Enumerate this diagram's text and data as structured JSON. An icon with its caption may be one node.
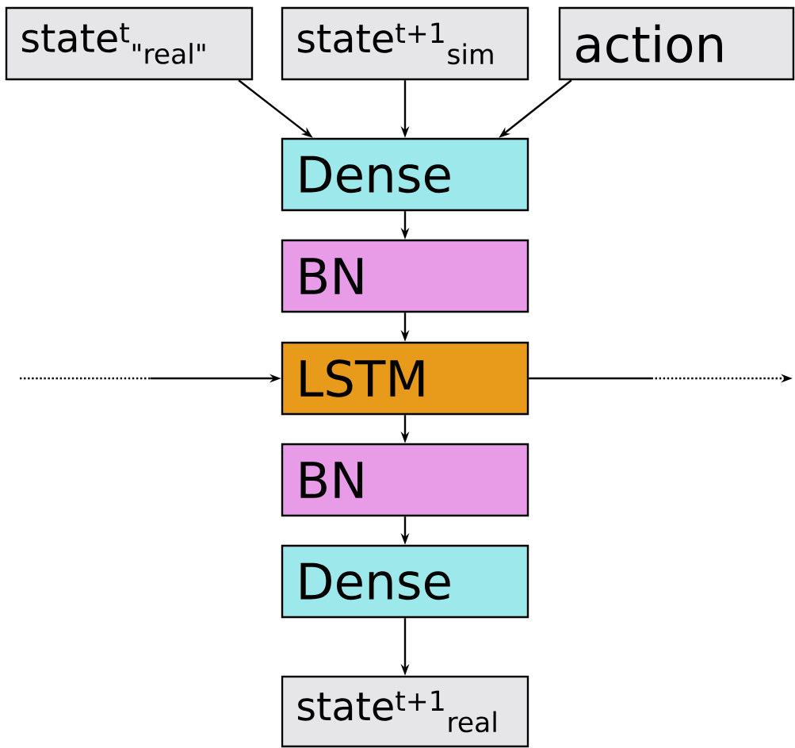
{
  "diagram": {
    "nodes": [
      {
        "text": [
          "state$^{t}$$_{\"real\"}$"
        ]
      },
      {
        "text": [
          "state$^{t+1}$$_{sim}$"
        ]
      },
      {
        "text": [
          "action"
        ]
      },
      {
        "text": [
          "Dense"
        ]
      },
      {
        "text": [
          "BN"
        ]
      },
      {
        "text": [
          "LSTM"
        ]
      },
      {
        "text": [
          "BN"
        ]
      },
      {
        "text": [
          "Dense"
        ]
      },
      {
        "text": [
          "state$^{t+1}$$_{real}$"
        ]
      }
    ],
    "edges": [
      {
        "from": 0,
        "to": 3,
        "arrow": "to"
      },
      {
        "from": 1,
        "to": 3,
        "arrow": "to"
      },
      {
        "from": 2,
        "to": 3,
        "arrow": "to"
      },
      {
        "from": 3,
        "to": 4,
        "arrow": "to"
      },
      {
        "from": 4,
        "to": 5,
        "arrow": "to"
      },
      {
        "from": 5,
        "to": 6,
        "arrow": "to"
      },
      {
        "from": 6,
        "to": 7,
        "arrow": "to"
      },
      {
        "from": 7,
        "to": 8,
        "arrow": "to"
      },
      {
        "from": null,
        "to": 5,
        "arrow": "to",
        "style": "dashed"
      },
      {
        "from": 5,
        "to": null,
        "arrow": "to",
        "style": "dashed"
      }
    ]
  }
}
